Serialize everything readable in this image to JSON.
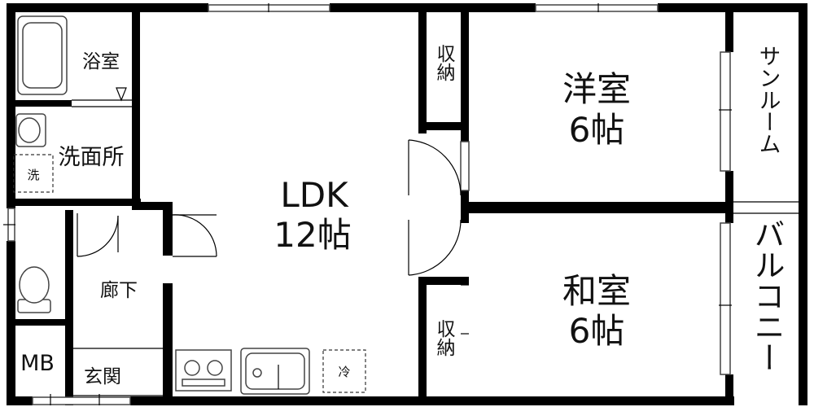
{
  "rooms": {
    "ldk": {
      "name": "LDK",
      "size": "12帖"
    },
    "western": {
      "name": "洋室",
      "size": "6帖"
    },
    "japanese": {
      "name": "和室",
      "size": "6帖"
    },
    "bath": {
      "name": "浴室"
    },
    "washroom": {
      "name": "洗面所"
    },
    "hallway": {
      "name": "廊下"
    },
    "entrance": {
      "name": "玄関"
    },
    "mb": {
      "name": "MB"
    },
    "sunroom": {
      "name": "サンルーム"
    },
    "balcony": {
      "name": "バルコニー"
    },
    "storage_top": {
      "name": "収納"
    },
    "storage_bottom": {
      "name": "収納"
    }
  },
  "symbols": {
    "washer": "洗",
    "fridge": "冷"
  },
  "icons": [
    "bathtub-icon",
    "washbasin-icon",
    "toilet-icon",
    "stove-icon",
    "sink-icon",
    "door-swing-icon",
    "window-icon"
  ]
}
